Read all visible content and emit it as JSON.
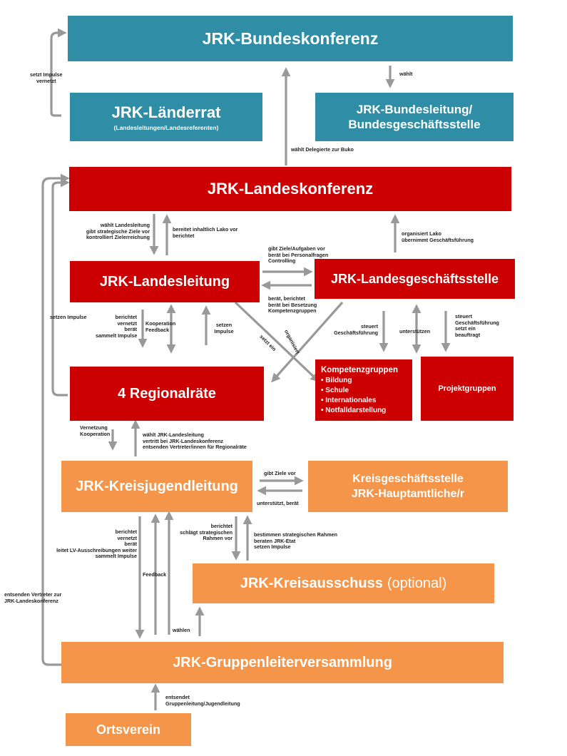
{
  "colors": {
    "teal": "#2f8ea6",
    "red": "#cc0000",
    "orange": "#f4954a",
    "arrow": "#999999"
  },
  "boxes": {
    "bundeskonferenz": "JRK-Bundeskonferenz",
    "laenderrat": "JRK-Länderrat",
    "laenderrat_sub": "(Landesleitungen/Landesreferenten)",
    "bundesleitung_1": "JRK-Bundesleitung/",
    "bundesleitung_2": "Bundesgeschäftsstelle",
    "landeskonferenz": "JRK-Landeskonferenz",
    "landesleitung": "JRK-Landesleitung",
    "landesgeschaeftsstelle": "JRK-Landesgeschäftsstelle",
    "regionalraete": "4 Regionalräte",
    "kompetenzgruppen": {
      "title": "Kompetenzgruppen",
      "items": [
        "• Bildung",
        "• Schule",
        "• Internationales",
        "• Notfalldarstellung"
      ]
    },
    "projektgruppen": "Projektgruppen",
    "kreisjugendleitung": "JRK-Kreisjugendleitung",
    "kreisgeschaeftsstelle_1": "Kreisgeschäftsstelle",
    "kreisgeschaeftsstelle_2": "JRK-Hauptamtliche/r",
    "kreisausschuss": "JRK-Kreisausschuss",
    "kreisausschuss_opt": "(optional)",
    "gruppenleiterversammlung": "JRK-Gruppenleiterversammlung",
    "ortsverein": "Ortsverein"
  },
  "labels": {
    "setzt_impulse": [
      "setzt Impulse",
      "vernetzt"
    ],
    "waehlt": [
      "wählt"
    ],
    "waehlt_delegierte": [
      "wählt Delegierte zur Buko"
    ],
    "waehlt_landesleitung": [
      "wählt Landesleitung",
      "gibt strategische Ziele vor",
      "kontrolliert Zielerreichung"
    ],
    "bereitet_lako": [
      "bereitet inhaltlich Lako vor",
      "berichtet"
    ],
    "organisiert_lako": [
      "organisiert Lako",
      "übernimmt Geschäftsführung"
    ],
    "gibt_ziele_aufgaben": [
      "gibt Ziele/Aufgaben vor",
      "berät bei Personalfragen",
      "Controlling"
    ],
    "beraet_berichtet": [
      "berät, berichtet",
      "berät bei Besetzung",
      "Kompetenzgruppen"
    ],
    "setzen_impulse_left": [
      "setzen Impulse"
    ],
    "berichtet_rr": [
      "berichtet",
      "vernetzt",
      "berät",
      "sammelt Impulse"
    ],
    "kooperation_feedback": [
      "Kooperation",
      "Feedback"
    ],
    "setzen_impulse_ll": [
      "setzen",
      "Impulse"
    ],
    "setzt_ein": [
      "setzt ein"
    ],
    "organisiert": [
      "organisiert"
    ],
    "steuert_gf": [
      "steuert",
      "Geschäftsführung"
    ],
    "unterstuetzen": [
      "unterstützen"
    ],
    "steuert_pg": [
      "steuert",
      "Geschäftsführung",
      "setzt ein",
      "beauftragt"
    ],
    "vernetzung_kooperation": [
      "Vernetzung",
      "Kooperation"
    ],
    "waehlt_jrk_ll": [
      "wählt JRK-Landesleitung",
      "vertritt bei JRK-Landeskonferenz",
      "entsenden Vertreter/innen für Regionalräte"
    ],
    "gibt_ziele_vor": [
      "gibt Ziele vor"
    ],
    "unterstuetzt_beraet": [
      "unterstützt, berät"
    ],
    "berichtet_kjl": [
      "berichtet",
      "vernetzt",
      "berät",
      "leitet LV-Ausschreibungen weiter",
      "sammelt Impulse"
    ],
    "feedback": [
      "Feedback"
    ],
    "schlaegt_rahmen": [
      "berichtet",
      "schlägt  strategischen",
      "Rahmen vor"
    ],
    "bestimmen_rahmen": [
      "bestimmen strategischen Rahmen",
      "beraten JRK-Etat",
      "setzen Impulse"
    ],
    "waehlen": [
      "wählen"
    ],
    "entsenden_vertreter": [
      "entsenden Vertreter zur",
      "JRK-Landeskonferenz"
    ],
    "entsendet": [
      "entsendet",
      "Gruppenleitung/Jugendleitung"
    ]
  }
}
